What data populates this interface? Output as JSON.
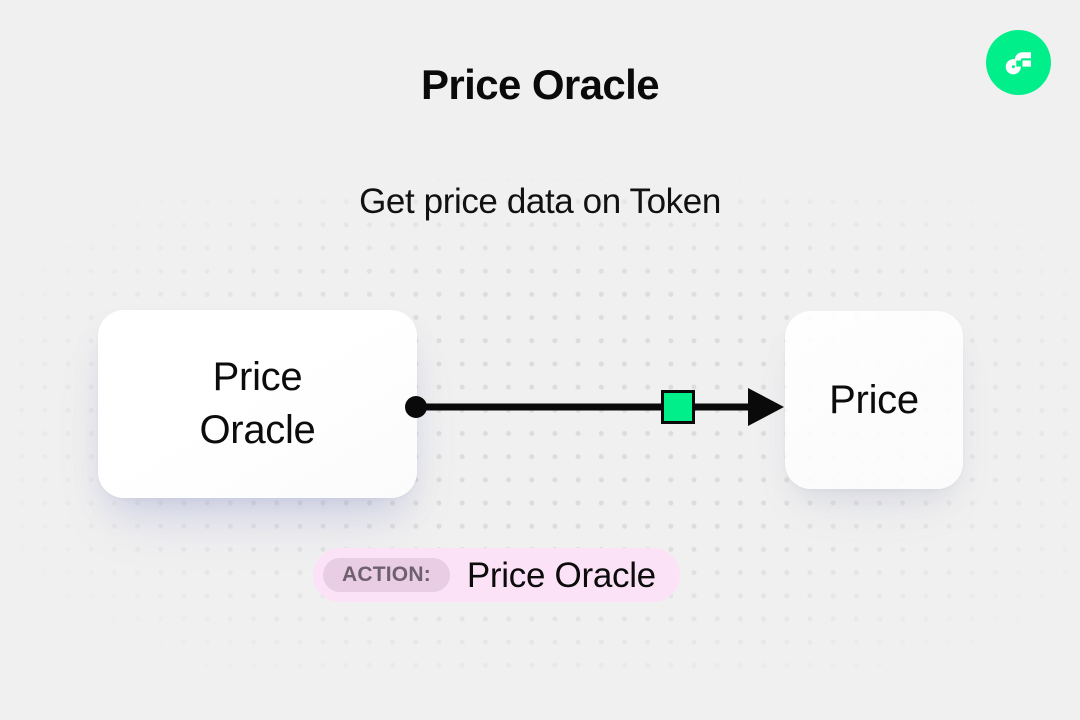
{
  "page": {
    "title": "Price Oracle",
    "subtitle": "Get price data on Token",
    "background_color": "#f0f0f0"
  },
  "brand": {
    "icon": "flow-logo-icon",
    "name": "Flow",
    "circle_color": "#00ef8b",
    "mark_color": "#ffffff"
  },
  "diagram": {
    "nodes": [
      {
        "id": "source",
        "label": "Price\nOracle",
        "role": "source-node",
        "card_color": "#ffffff"
      },
      {
        "id": "target",
        "label": "Price",
        "role": "target-node",
        "card_color": "#ffffff"
      }
    ],
    "edge": {
      "from": "source",
      "to": "target",
      "start_handle": "filled-dot",
      "end_handle": "arrowhead",
      "marker_shape": "square",
      "marker_color": "#00ef8b",
      "marker_border_color": "#0a0a0a",
      "line_color": "#0a0a0a"
    }
  },
  "action_badge": {
    "prefix_label": "ACTION:",
    "value": "Price Oracle",
    "background_color": "#fbe2f7",
    "chip_background_color": "#e9cde4",
    "chip_text_color": "#6f6070"
  }
}
